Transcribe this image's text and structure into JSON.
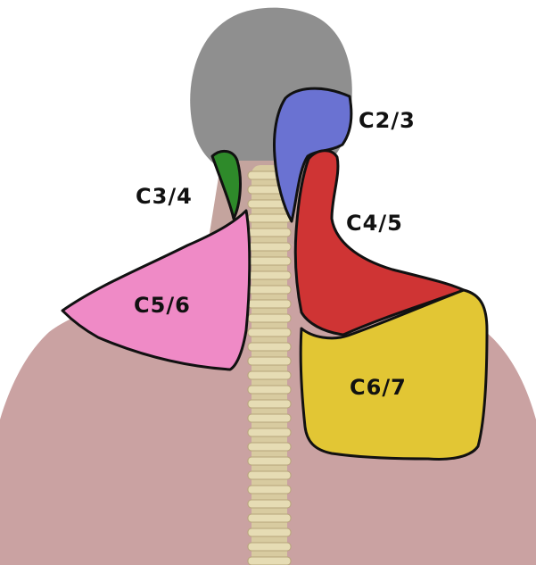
{
  "diagram": {
    "colors": {
      "background": "#ffffff",
      "torso": "#caa2a2",
      "head": "#8f8f8f",
      "spine": "#d8cba0",
      "outline": "#111111",
      "c23": "#6a72d2",
      "c34": "#2e8a2a",
      "c45": "#cf3434",
      "c56": "#ef8ac6",
      "c67": "#e2c634"
    },
    "regions": [
      {
        "id": "c23",
        "label": "C2/3",
        "color_key": "c23"
      },
      {
        "id": "c34",
        "label": "C3/4",
        "color_key": "c34"
      },
      {
        "id": "c45",
        "label": "C4/5",
        "color_key": "c45"
      },
      {
        "id": "c56",
        "label": "C5/6",
        "color_key": "c56"
      },
      {
        "id": "c67",
        "label": "C6/7",
        "color_key": "c67"
      }
    ]
  }
}
